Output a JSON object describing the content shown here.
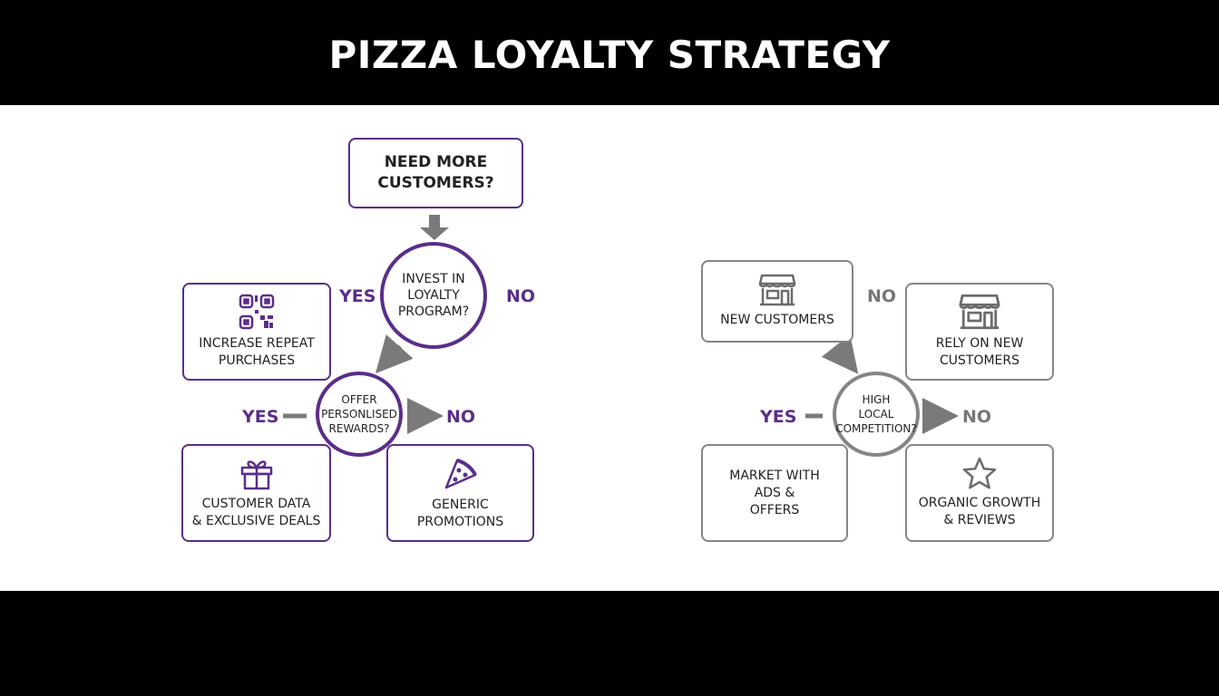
{
  "title": "PIZZA LOYALTY STRATEGY",
  "colors": {
    "accent_purple": "#5b2d8a",
    "neutral_gray": "#858585",
    "arrow_gray": "#7a7a7a"
  },
  "left_flow": {
    "start_question": "NEED MORE\nCUSTOMERS?",
    "decision_1": "INVEST IN\nLOYALTY\nPROGRAM?",
    "decision_1_yes": "YES",
    "decision_1_no": "NO",
    "yes_outcome": {
      "text": "INCREASE REPEAT\nPURCHASES",
      "icon": "qr-code-icon"
    },
    "decision_2": "OFFER\nPERSONLISED\nREWARDS?",
    "decision_2_yes": "YES",
    "decision_2_no": "NO",
    "rewards_yes_outcome": {
      "text": "CUSTOMER DATA\n& EXCLUSIVE DEALS",
      "icon": "gift-icon"
    },
    "rewards_no_outcome": {
      "text": "GENERIC\nPROMOTIONS",
      "icon": "pizza-slice-icon"
    }
  },
  "right_flow": {
    "start_box": {
      "text": "NEW CUSTOMERS",
      "icon": "storefront-icon"
    },
    "start_no": "NO",
    "no_outcome": {
      "text": "RELY ON NEW\nCUSTOMERS",
      "icon": "storefront-icon"
    },
    "decision": "HIGH\nLOCAL\nCOMPETITION?",
    "decision_yes": "YES",
    "decision_no": "NO",
    "competition_yes_outcome": {
      "text": "MARKET WITH\nADS &\nOFFERS"
    },
    "competition_no_outcome": {
      "text": "ORGANIC GROWTH\n& REVIEWS",
      "icon": "star-icon"
    }
  }
}
